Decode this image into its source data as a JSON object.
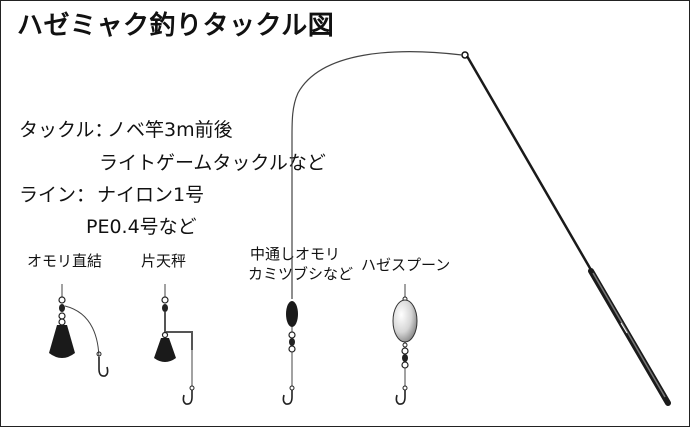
{
  "title": "ハゼミャク釣りタックル図",
  "tackle": {
    "label": "タックル：",
    "line1": "ノベ竿3m前後",
    "line2": "ライトゲームタックルなど"
  },
  "line": {
    "label": "ライン：",
    "line1": "ナイロン1号",
    "line2": "PE0.4号など"
  },
  "rigs": [
    {
      "label": "オモリ直結"
    },
    {
      "label": "片天秤"
    },
    {
      "label_line1": "中通しオモリ",
      "label_line2": "カミツブシなど"
    },
    {
      "label": "ハゼスプーン"
    }
  ],
  "colors": {
    "ink": "#111111",
    "line": "#444444",
    "sinker": "#1a1a1a",
    "spoon": "#d0d0d0"
  }
}
